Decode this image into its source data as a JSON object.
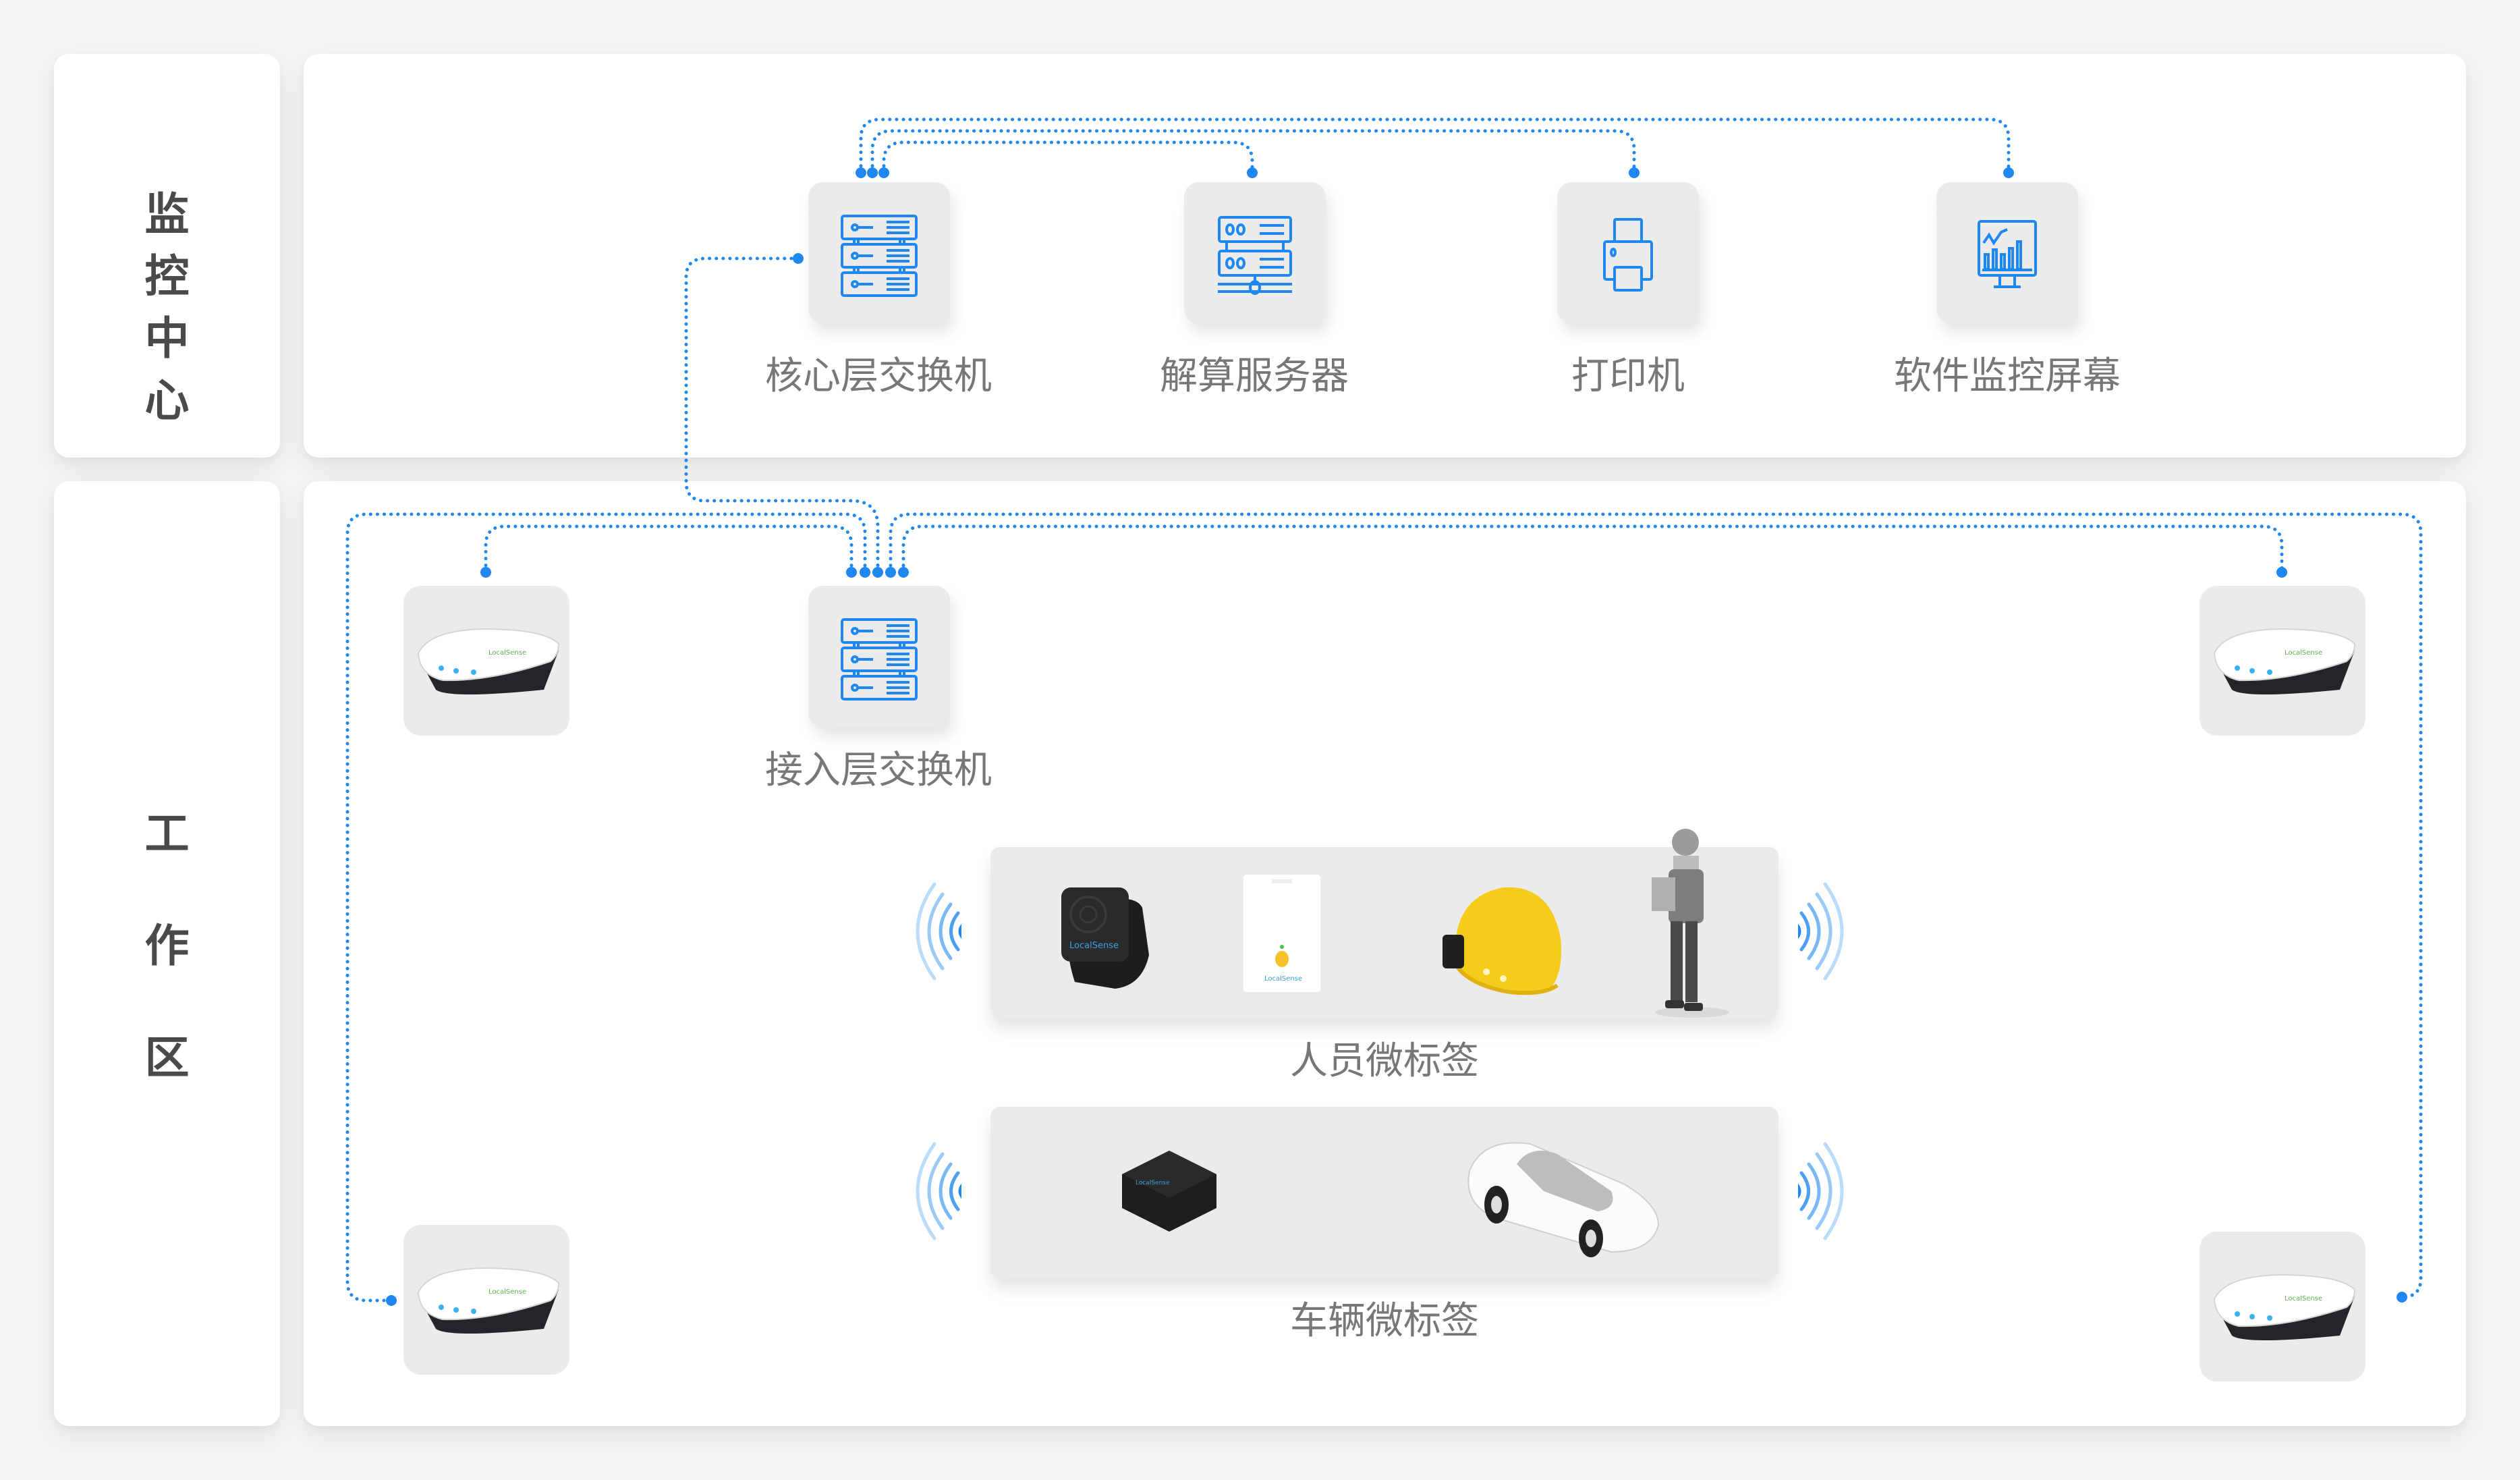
{
  "colors": {
    "background": "#f4f4f4",
    "card": "#ffffff",
    "icon_box": "#ebebeb",
    "accent_blue": "#1e88f0",
    "label_gray": "#777777",
    "side_label": "#4a4a4a",
    "helmet_yellow": "#f6cc1a"
  },
  "sections": {
    "monitoring_center": {
      "label": "监控中心",
      "chars": [
        "监",
        "控",
        "中",
        "心"
      ]
    },
    "work_area": {
      "label": "工作区",
      "chars": [
        "工",
        "作",
        "区"
      ]
    }
  },
  "monitoring_nodes": [
    {
      "id": "core-switch",
      "label": "核心层交换机",
      "icon": "server-rack-icon"
    },
    {
      "id": "solver-server",
      "label": "解算服务器",
      "icon": "network-server-icon"
    },
    {
      "id": "printer",
      "label": "打印机",
      "icon": "printer-icon"
    },
    {
      "id": "monitor-screen",
      "label": "软件监控屏幕",
      "icon": "chart-monitor-icon"
    }
  ],
  "work_nodes": {
    "access_switch": {
      "label": "接入层交换机",
      "icon": "server-rack-icon"
    },
    "anchors": [
      {
        "position": "top-left",
        "icon": "uwb-anchor-base-station"
      },
      {
        "position": "top-right",
        "icon": "uwb-anchor-base-station"
      },
      {
        "position": "bottom-left",
        "icon": "uwb-anchor-base-station"
      },
      {
        "position": "bottom-right",
        "icon": "uwb-anchor-base-station"
      }
    ],
    "anchor_brand_text": "LocalSense"
  },
  "tag_groups": [
    {
      "label": "人员微标签",
      "items": [
        "wristband-tag",
        "badge-card-tag",
        "helmet-tag",
        "worker-figure"
      ],
      "brand_text": "LocalSense"
    },
    {
      "label": "车辆微标签",
      "items": [
        "vehicle-box-tag",
        "car-figure"
      ],
      "brand_text": "LocalSense"
    }
  ],
  "connections": [
    {
      "from": "核心层交换机",
      "to": "解算服务器"
    },
    {
      "from": "核心层交换机",
      "to": "打印机"
    },
    {
      "from": "核心层交换机",
      "to": "软件监控屏幕"
    },
    {
      "from": "核心层交换机",
      "to": "接入层交换机"
    },
    {
      "from": "接入层交换机",
      "to": "anchor top-left"
    },
    {
      "from": "接入层交换机",
      "to": "anchor top-right"
    },
    {
      "from": "接入层交换机",
      "to": "anchor bottom-left"
    },
    {
      "from": "接入层交换机",
      "to": "anchor bottom-right"
    }
  ]
}
